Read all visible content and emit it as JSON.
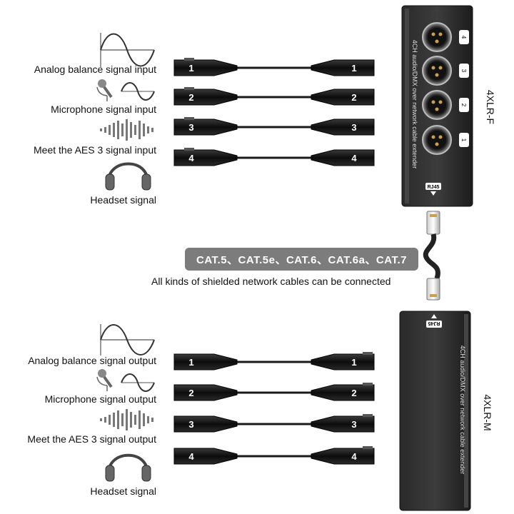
{
  "top": {
    "labels": [
      "Analog balance signal input",
      "Microphone signal input",
      "Meet the AES 3 signal input",
      "Headset signal"
    ],
    "box_model": "4XLR-F",
    "box_text": "4CH audio/DMX over network cable extender",
    "rj45": "RJ45",
    "ports": [
      "1",
      "2",
      "3",
      "4"
    ]
  },
  "bottom": {
    "labels": [
      "Analog balance signal output",
      "Microphone signal output",
      "Meet the AES 3 signal output",
      "Headset signal"
    ],
    "box_model": "4XLR-M",
    "box_text": "4CH audio/DMX over network cable extender",
    "rj45": "RJ45",
    "ports": [
      "1",
      "2",
      "3",
      "4"
    ]
  },
  "network": {
    "cables": "CAT.5、CAT.5e、CAT.6、CAT.6a、CAT.7",
    "note": "All kinds of shielded network cables can be connected"
  },
  "icons": [
    "sine-wave-icon",
    "microphone-icon",
    "sound-wave-icon",
    "headphones-icon"
  ]
}
